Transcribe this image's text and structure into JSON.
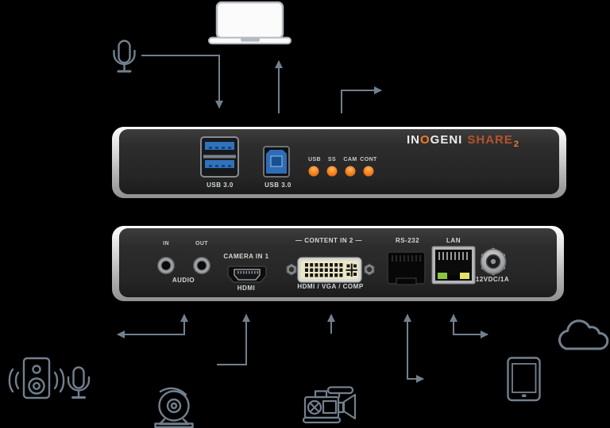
{
  "logo": {
    "prefix": "IN",
    "o": "O",
    "suffix": "GENI",
    "model": "SHARE",
    "model_sub": "2"
  },
  "front_panel": {
    "usb_a_label": "USB 3.0",
    "usb_b_label": "USB 3.0",
    "led_labels": [
      "USB",
      "SS",
      "CAM",
      "CONT"
    ]
  },
  "back_panel": {
    "audio_in_label": "IN",
    "audio_out_label": "OUT",
    "audio_group_label": "AUDIO",
    "camera_in_title": "CAMERA IN 1",
    "camera_in_connector": "HDMI",
    "content_in_title": "—  CONTENT IN 2  —",
    "content_in_connector": "HDMI / VGA / COMP",
    "rs232_label": "RS-232",
    "lan_label": "LAN",
    "power_label": "12VDC/1A"
  },
  "colors": {
    "background": "#000000",
    "accent_orange": "#f07c23",
    "logo_model_color": "#b5532a",
    "diagram_gray": "#72808e",
    "usb_blue": "#2e6db6",
    "dvi_cream": "#ece7c4",
    "lan_led_green": "#8bc53f",
    "lan_led_yellow": "#e6e267"
  },
  "icons": {
    "top": [
      "microphone-icon",
      "laptop-icon"
    ],
    "bottom_left": [
      "speaker-icon",
      "microphone-icon"
    ],
    "bottom_center": [
      "ptz-camera-icon",
      "video-camera-icon"
    ],
    "bottom_right": [
      "tablet-icon",
      "cloud-icon"
    ]
  }
}
